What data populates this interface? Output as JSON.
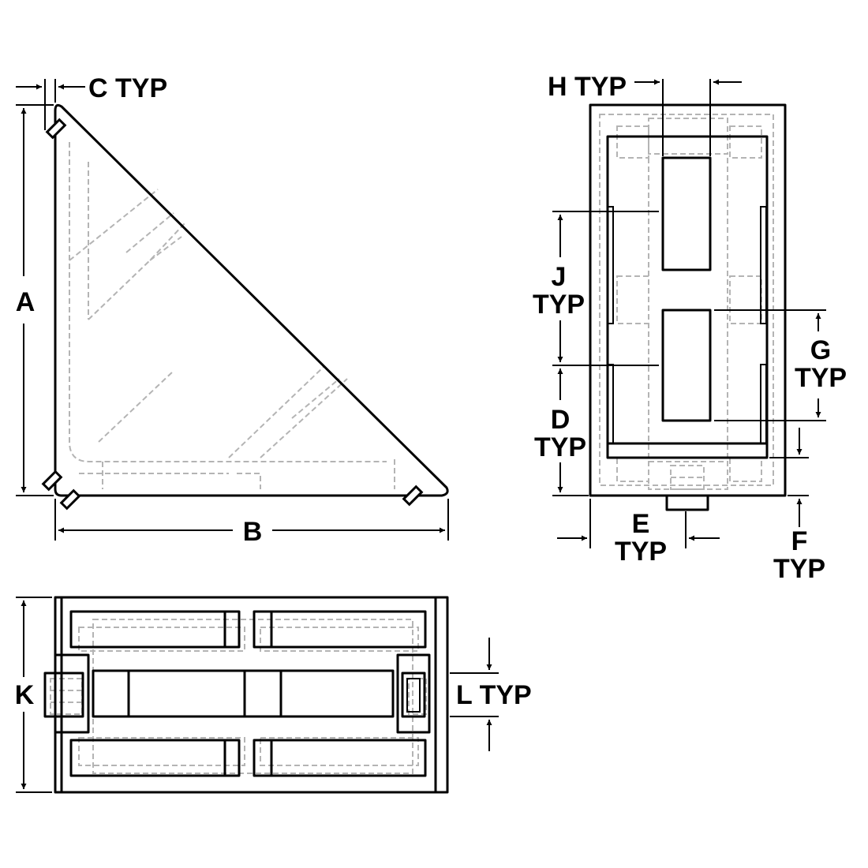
{
  "labels": {
    "a": "A",
    "b": "B",
    "c": "C TYP",
    "h": "H TYP",
    "j1": "J",
    "j2": "TYP",
    "g1": "G",
    "g2": "TYP",
    "d1": "D",
    "d2": "TYP",
    "e1": "E",
    "e2": "TYP",
    "f1": "F",
    "f2": "TYP",
    "k": "K",
    "l": "L TYP"
  },
  "colors": {
    "line": "#000000",
    "hidden_line": "#b4b4b4",
    "background": "#ffffff"
  }
}
